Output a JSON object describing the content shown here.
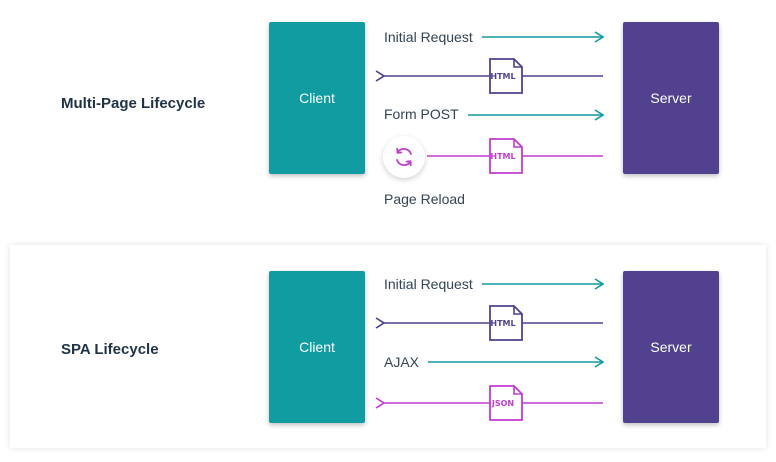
{
  "colors": {
    "teal": "#119ca1",
    "purple": "#52418e",
    "magenta": "#c33ccf",
    "text": "#344455"
  },
  "mpa": {
    "title": "Multi-Page Lifecycle",
    "client": "Client",
    "server": "Server",
    "initial_request": "Initial Request",
    "html_doc_1": "HTML",
    "form_post": "Form POST",
    "html_doc_2": "HTML",
    "page_reload": "Page Reload",
    "reload_icon": "refresh-icon"
  },
  "spa": {
    "title": "SPA Lifecycle",
    "client": "Client",
    "server": "Server",
    "initial_request": "Initial Request",
    "html_doc": "HTML",
    "ajax": "AJAX",
    "json_doc": "JSON"
  }
}
